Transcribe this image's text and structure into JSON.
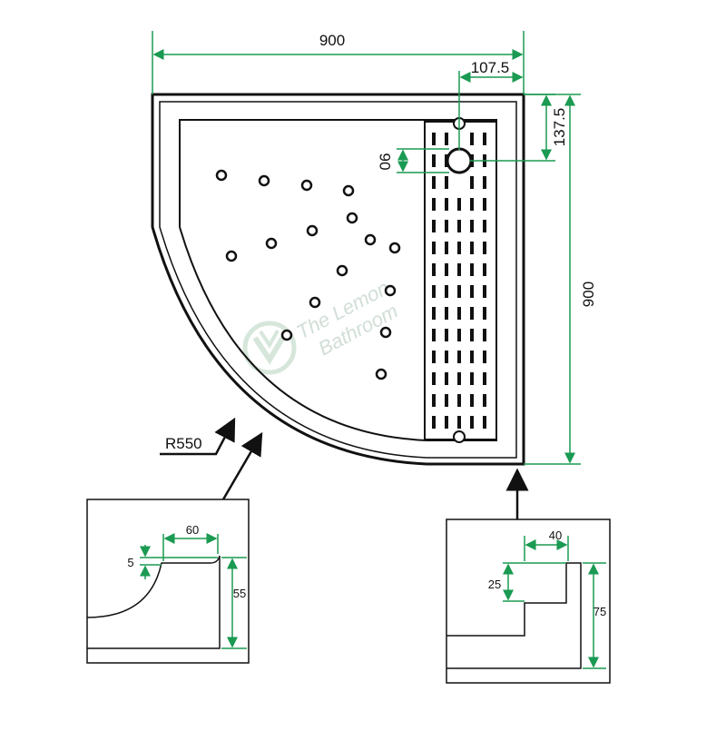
{
  "diagram": {
    "colors": {
      "outline": "#111111",
      "dimension": "#1a9a52",
      "background": "#ffffff",
      "watermark": "#c9d9cf"
    },
    "dimensions": {
      "top_width": "900",
      "drain_offset_x": "107.5",
      "drain_offset_y": "137.5",
      "drain_diameter": "06",
      "side_height": "900",
      "radius": "R550"
    },
    "detail_left": {
      "width": "60",
      "lip": "5",
      "height": "55"
    },
    "detail_right": {
      "width": "40",
      "step": "25",
      "height": "75"
    },
    "watermark": {
      "line1": "The Lemon",
      "line2": "Bathroom",
      "icon": "leaf-logo-icon"
    }
  }
}
